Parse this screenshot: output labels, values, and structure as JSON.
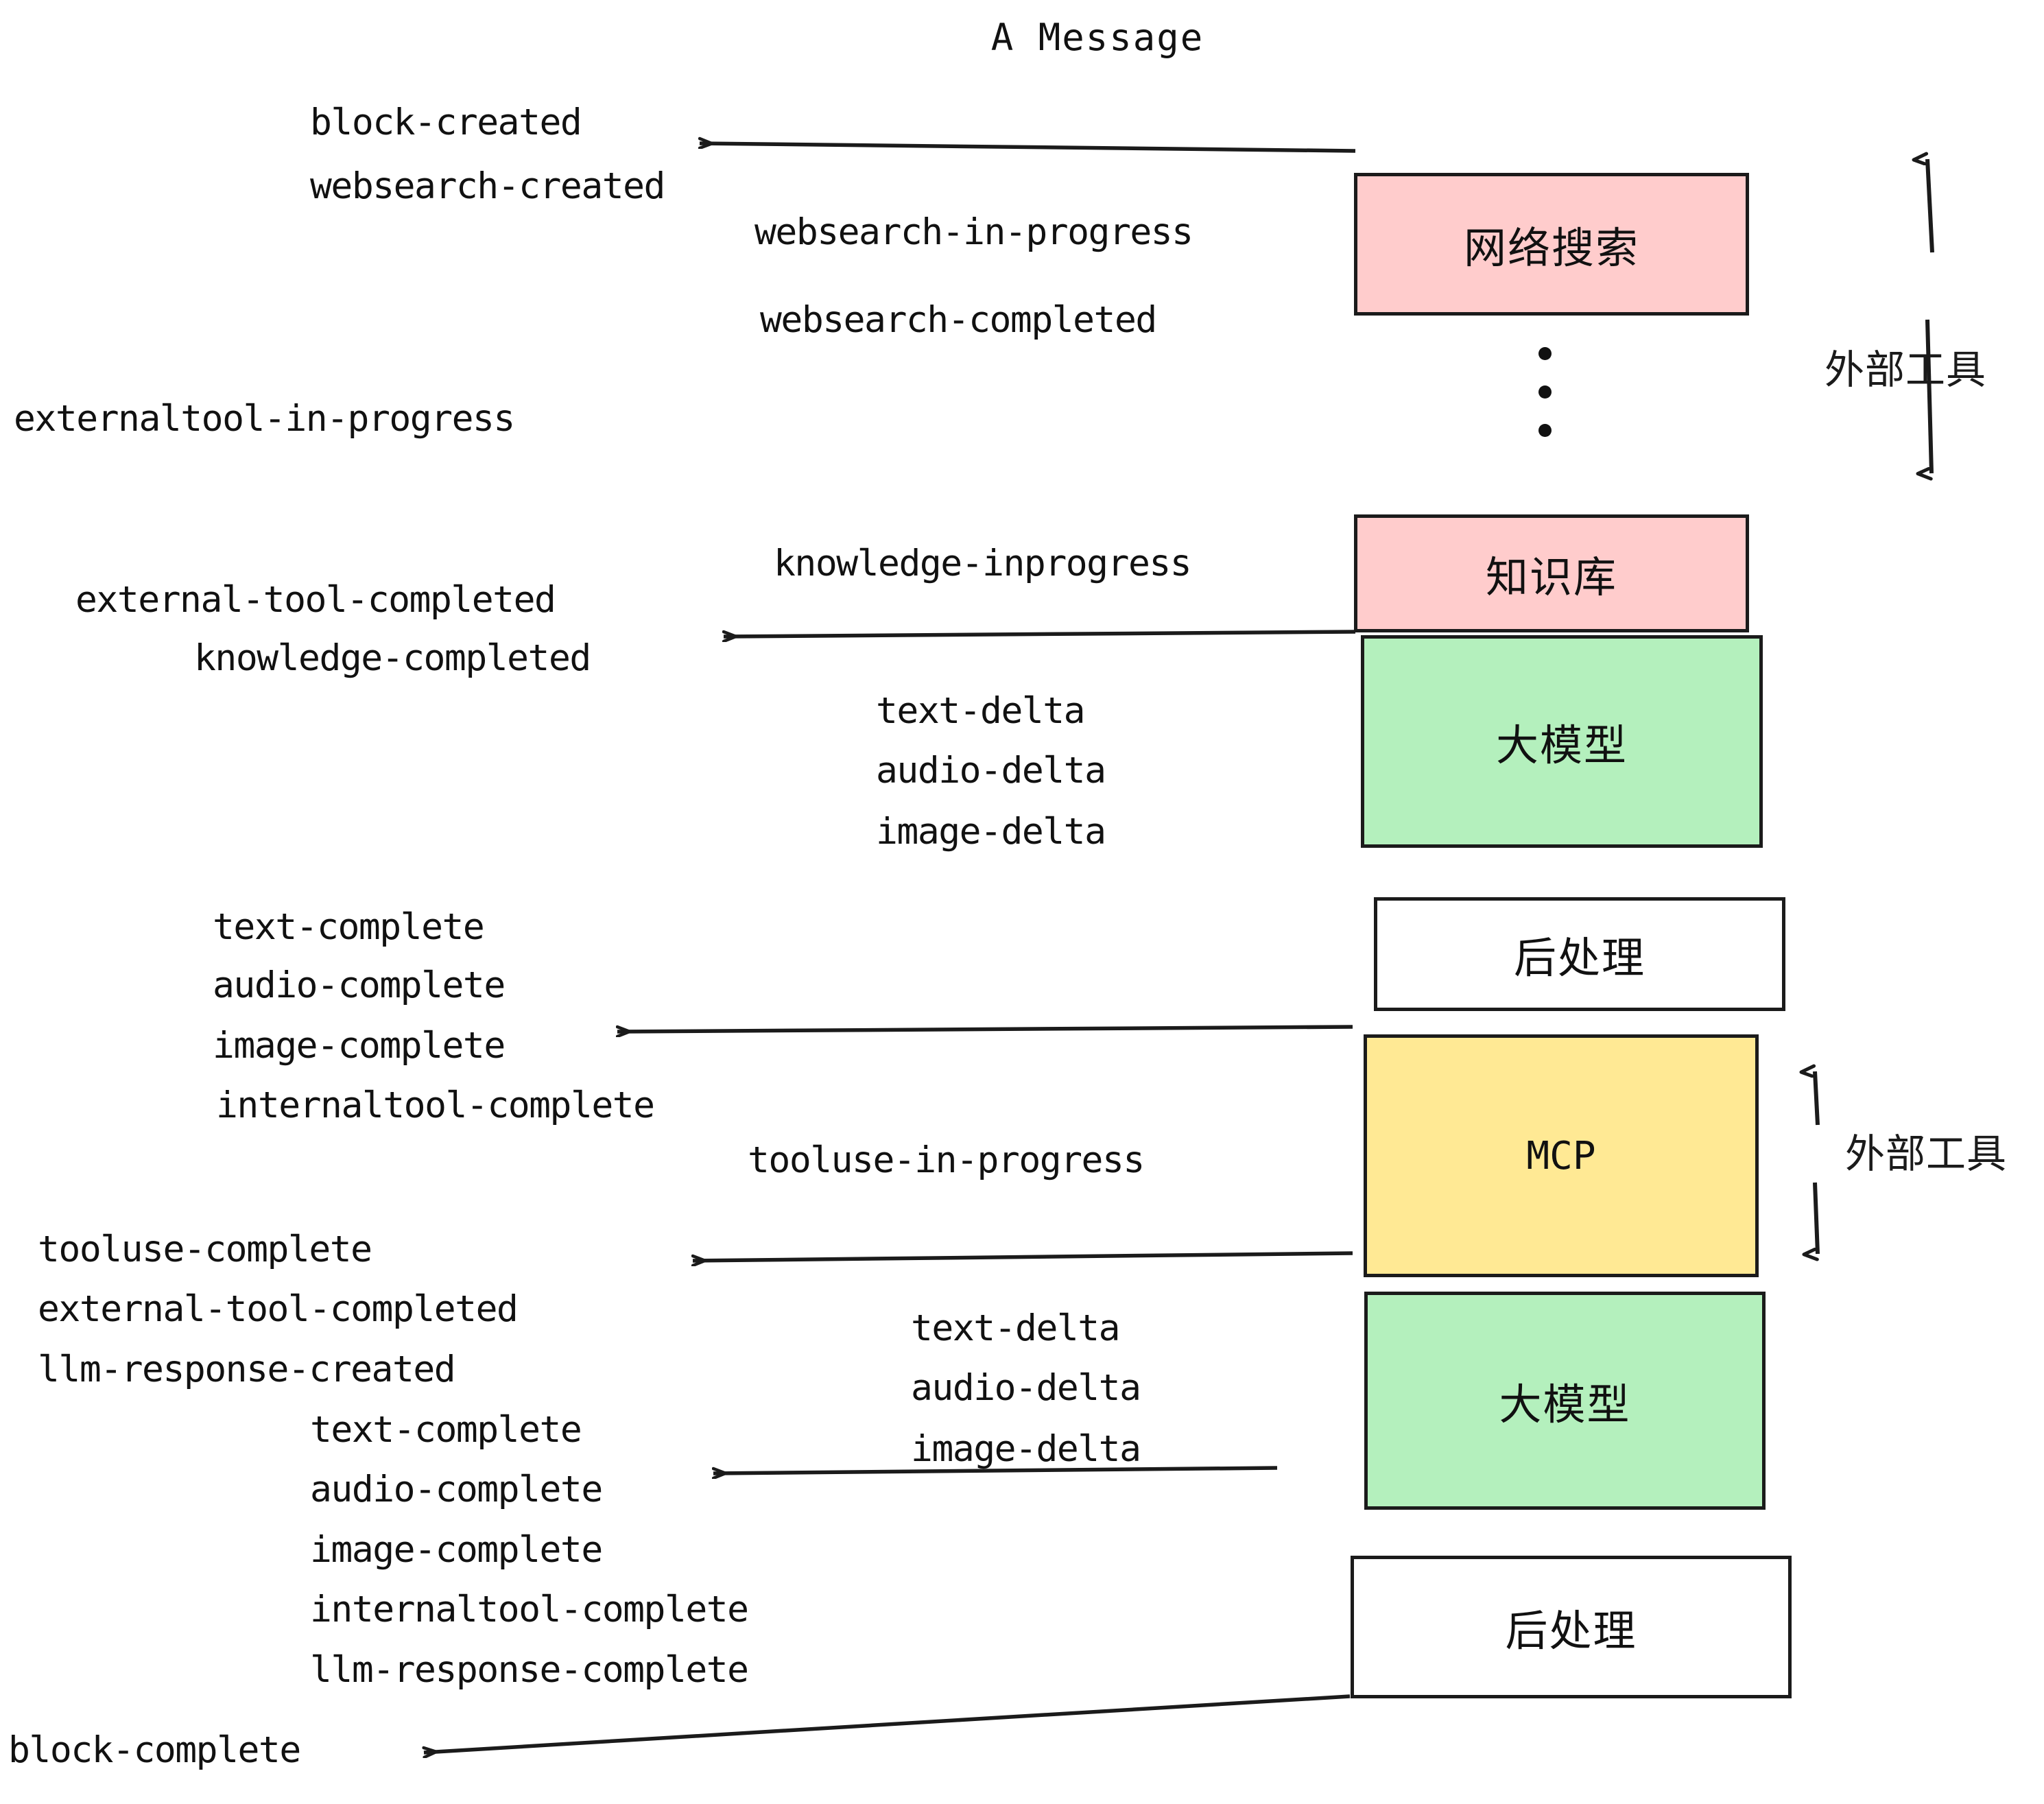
{
  "title": "A Message",
  "colors": {
    "pink": "#ffcccc",
    "green": "#b4f0bd",
    "yellow": "#ffe994",
    "white": "#ffffff",
    "stroke": "#1b1b1b",
    "text": "#111111"
  },
  "nodes": [
    {
      "id": "websearch",
      "label": "网络搜索",
      "fill": "#ffcccc"
    },
    {
      "id": "knowledge",
      "label": "知识库",
      "fill": "#ffcccc"
    },
    {
      "id": "llm-1",
      "label": "大模型",
      "fill": "#b4f0bd"
    },
    {
      "id": "postprocess-1",
      "label": "后处理",
      "fill": "#ffffff"
    },
    {
      "id": "mcp",
      "label": "MCP",
      "fill": "#ffe994"
    },
    {
      "id": "llm-2",
      "label": "大模型",
      "fill": "#b4f0bd"
    },
    {
      "id": "postprocess-2",
      "label": "后处理",
      "fill": "#ffffff"
    }
  ],
  "side_labels": [
    {
      "id": "external-tool-top",
      "text": "外部工具"
    },
    {
      "id": "external-tool-bottom",
      "text": "外部工具"
    }
  ],
  "events": [
    {
      "id": "block-created",
      "text": "block-created"
    },
    {
      "id": "websearch-created",
      "text": "websearch-created"
    },
    {
      "id": "websearch-in-progress",
      "text": "websearch-in-progress"
    },
    {
      "id": "websearch-completed",
      "text": "websearch-completed"
    },
    {
      "id": "externaltool-in-progress",
      "text": "externaltool-in-progress"
    },
    {
      "id": "knowledge-inprogress",
      "text": "knowledge-inprogress"
    },
    {
      "id": "external-tool-completed-1",
      "text": "external-tool-completed"
    },
    {
      "id": "knowledge-completed",
      "text": "knowledge-completed"
    },
    {
      "id": "text-delta-1",
      "text": "text-delta"
    },
    {
      "id": "audio-delta-1",
      "text": "audio-delta"
    },
    {
      "id": "image-delta-1",
      "text": "image-delta"
    },
    {
      "id": "text-complete-1",
      "text": "text-complete"
    },
    {
      "id": "audio-complete-1",
      "text": "audio-complete"
    },
    {
      "id": "image-complete-1",
      "text": "image-complete"
    },
    {
      "id": "internaltool-complete-1",
      "text": "internaltool-complete"
    },
    {
      "id": "tooluse-in-progress",
      "text": "tooluse-in-progress"
    },
    {
      "id": "tooluse-complete",
      "text": "tooluse-complete"
    },
    {
      "id": "external-tool-completed-2",
      "text": "external-tool-completed"
    },
    {
      "id": "llm-response-created",
      "text": "llm-response-created"
    },
    {
      "id": "text-delta-2",
      "text": "text-delta"
    },
    {
      "id": "audio-delta-2",
      "text": "audio-delta"
    },
    {
      "id": "image-delta-2",
      "text": "image-delta"
    },
    {
      "id": "text-complete-2",
      "text": "text-complete"
    },
    {
      "id": "audio-complete-2",
      "text": "audio-complete"
    },
    {
      "id": "image-complete-2",
      "text": "image-complete"
    },
    {
      "id": "internaltool-complete-2",
      "text": "internaltool-complete"
    },
    {
      "id": "llm-response-complete",
      "text": "llm-response-complete"
    },
    {
      "id": "block-complete",
      "text": "block-complete"
    }
  ]
}
